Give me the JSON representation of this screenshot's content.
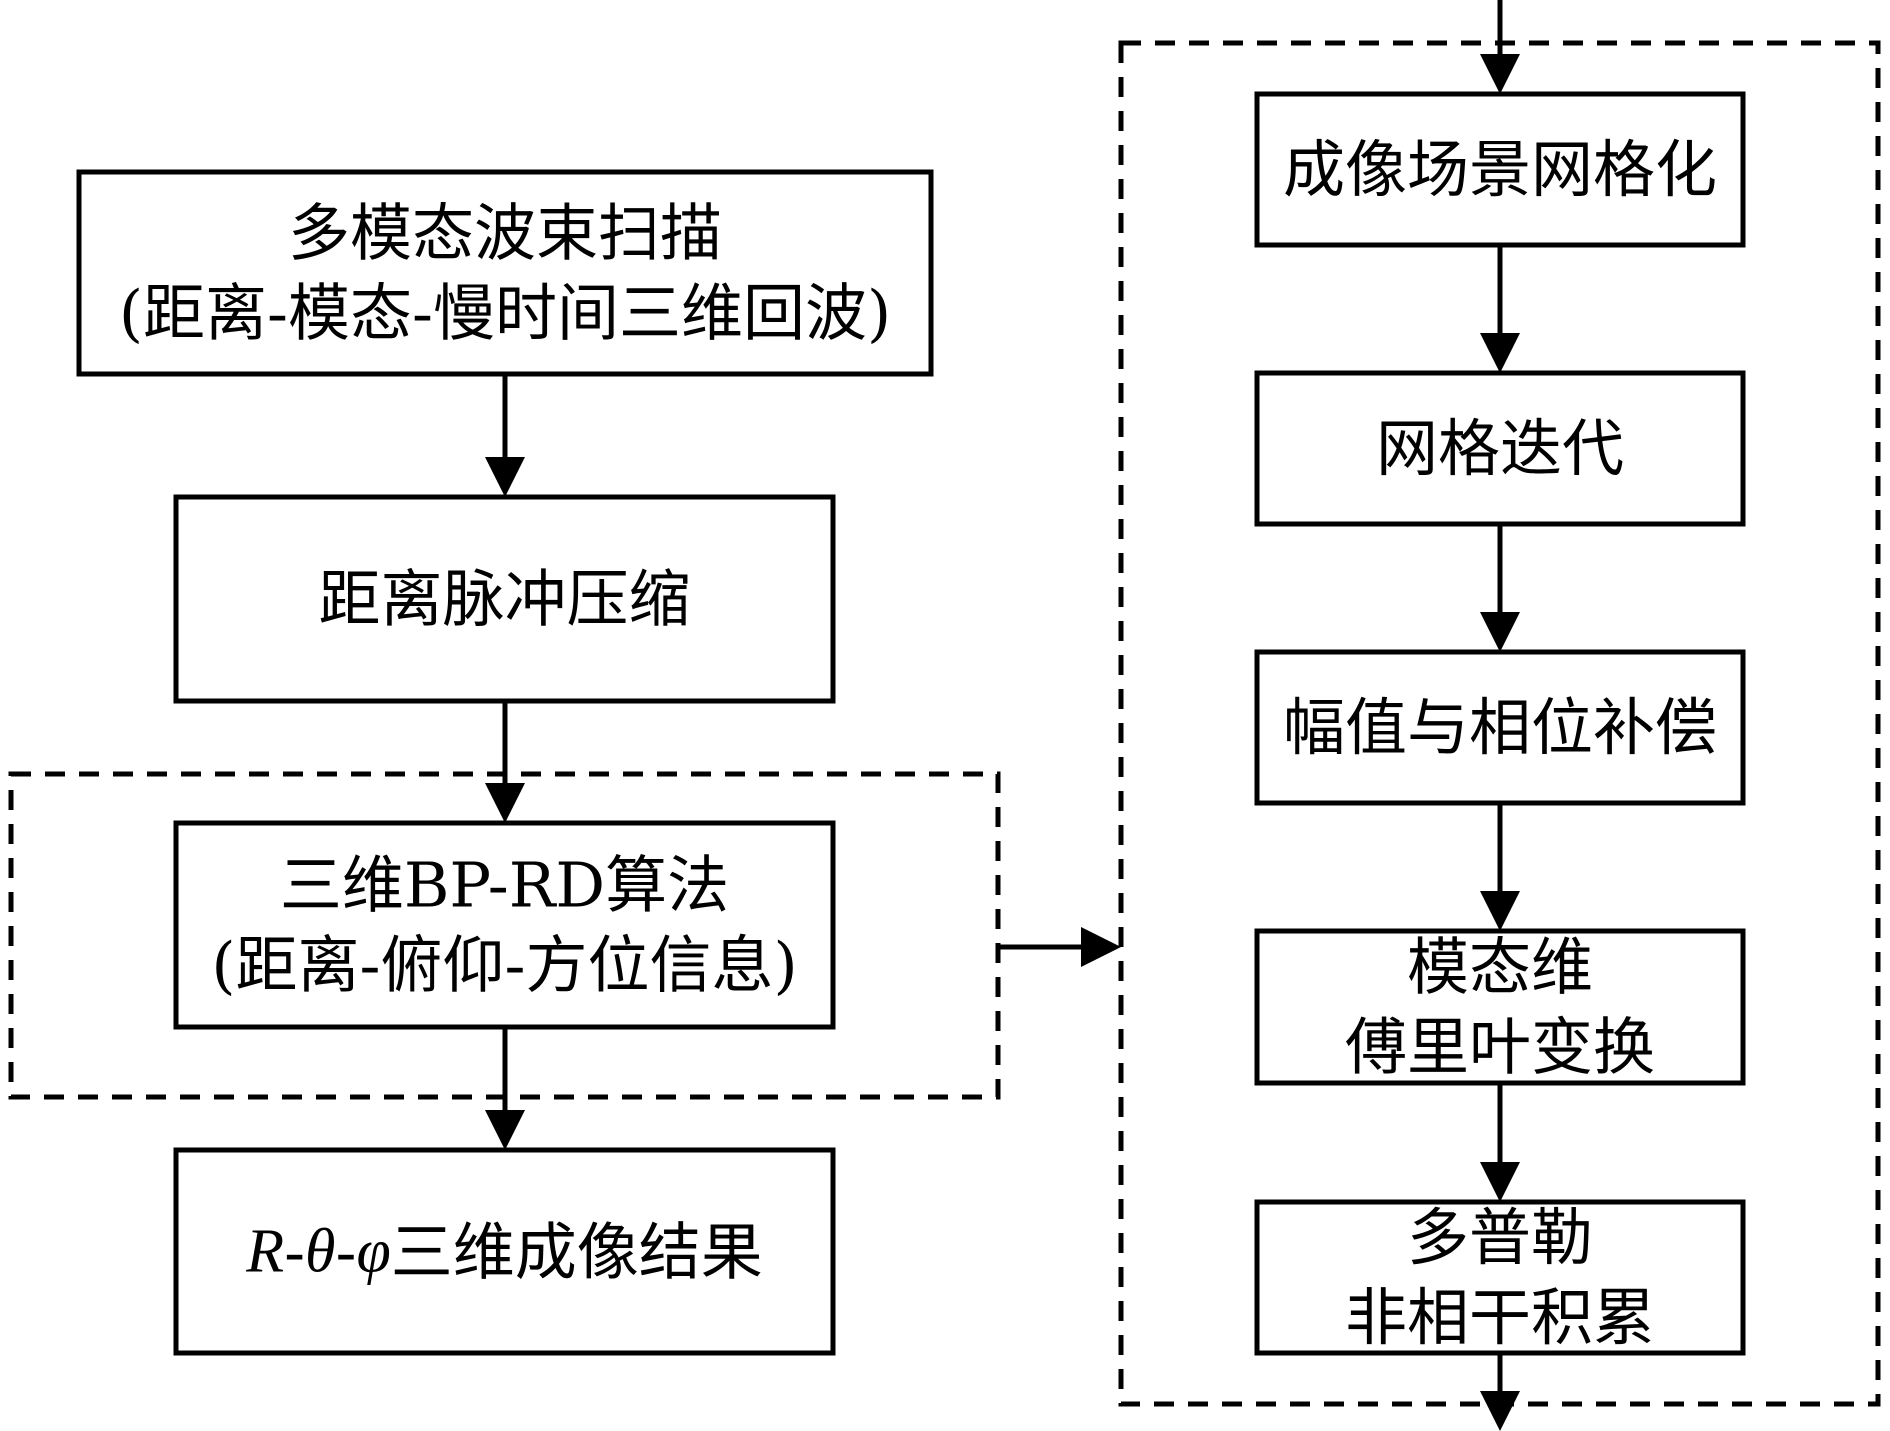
{
  "diagram": {
    "type": "flowchart",
    "left_column": {
      "nodes": [
        {
          "id": "beam-scan",
          "lines": [
            "多模态波束扫描",
            "(距离-模态-慢时间三维回波)"
          ]
        },
        {
          "id": "range-compression",
          "lines": [
            "距离脉冲压缩"
          ]
        },
        {
          "id": "bp-rd-algorithm",
          "lines": [
            "三维BP-RD算法",
            "(距离-俯仰-方位信息)"
          ]
        },
        {
          "id": "imaging-result",
          "lines": [],
          "math_prefix": [
            "R",
            "-",
            "θ",
            "-",
            "φ"
          ],
          "suffix": "三维成像结果"
        }
      ],
      "group_label": "BP-RD algorithm detail (dashed group)"
    },
    "right_column": {
      "nodes": [
        {
          "id": "scene-gridding",
          "lines": [
            "成像场景网格化"
          ]
        },
        {
          "id": "grid-iteration",
          "lines": [
            "网格迭代"
          ]
        },
        {
          "id": "amp-phase-compensation",
          "lines": [
            "幅值与相位补偿"
          ]
        },
        {
          "id": "mode-fft",
          "lines": [
            "模态维",
            "傅里叶变换"
          ]
        },
        {
          "id": "doppler-accumulation",
          "lines": [
            "多普勒",
            "非相干积累"
          ]
        }
      ]
    },
    "edges": [
      {
        "from": "beam-scan",
        "to": "range-compression"
      },
      {
        "from": "range-compression",
        "to": "bp-rd-algorithm"
      },
      {
        "from": "bp-rd-algorithm",
        "to": "imaging-result"
      },
      {
        "from": "bp-rd-group",
        "to": "right-group",
        "kind": "expand"
      },
      {
        "from": "external-top",
        "to": "scene-gridding"
      },
      {
        "from": "scene-gridding",
        "to": "grid-iteration"
      },
      {
        "from": "grid-iteration",
        "to": "amp-phase-compensation"
      },
      {
        "from": "amp-phase-compensation",
        "to": "mode-fft"
      },
      {
        "from": "mode-fft",
        "to": "doppler-accumulation"
      },
      {
        "from": "doppler-accumulation",
        "to": "external-bottom"
      }
    ]
  }
}
